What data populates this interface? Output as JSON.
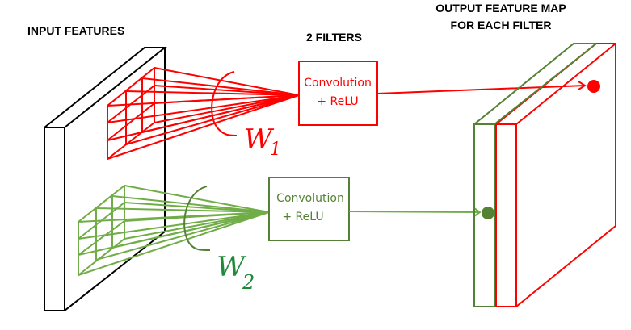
{
  "labels": {
    "input_title": "INPUT FEATURES",
    "filters_title": "2 FILTERS",
    "output_title_line1": "OUTPUT FEATURE MAP",
    "output_title_line2": "FOR EACH FILTER"
  },
  "filters": [
    {
      "id": "filter-1",
      "box_line1": "Convolution",
      "box_line2": "+ ReLU",
      "weight_letter": "W",
      "weight_subscript": "1",
      "color": "#ff0000"
    },
    {
      "id": "filter-2",
      "box_line1": "Convolution",
      "box_line2": "+ ReLU",
      "weight_letter": "W",
      "weight_subscript": "2",
      "color": "#70ad47",
      "dark_color": "#548235",
      "label_color": "#1e8a3a"
    }
  ],
  "colors": {
    "input_slab": "#000000",
    "output_slab_red": "#ff0000",
    "output_slab_green": "#548235"
  }
}
